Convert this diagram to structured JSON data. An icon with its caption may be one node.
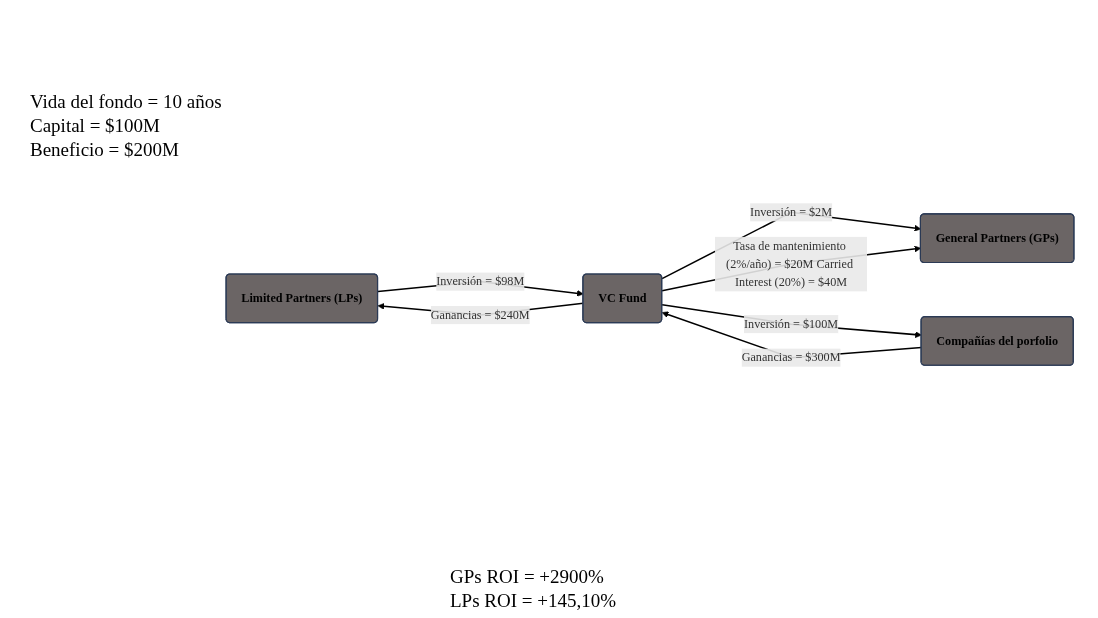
{
  "diagram": {
    "nodes": [
      {
        "text": [
          "General Partners (GPs)"
        ]
      },
      {
        "text": [
          "Limited Partners (LPs)"
        ]
      },
      {
        "text": [
          "VC Fund"
        ]
      },
      {
        "text": [
          "Compañías del porfolio"
        ]
      }
    ],
    "edges": [
      {
        "from": 2,
        "to": 0,
        "arrow": "to",
        "label": "Inversión = $2M"
      },
      {
        "from": 2,
        "to": 0,
        "arrow": "to",
        "label": "Tasa de mantenimiento (2%/año) = $20M Carried Interest (20%) = $40M"
      },
      {
        "from": 1,
        "to": 2,
        "arrow": "to",
        "label": "Inversión = $98M"
      },
      {
        "from": 2,
        "to": 1,
        "arrow": "to",
        "label": "Ganancias = $240M"
      },
      {
        "from": 2,
        "to": 3,
        "arrow": "to",
        "label": "Inversión = $100M"
      },
      {
        "from": 3,
        "to": 2,
        "arrow": "to",
        "label": "Ganancias = $300M"
      }
    ],
    "labels": [
      "Vida del fondo = 10 años",
      "Capital = $100M",
      "Beneficio = $200M",
      "GPs ROI = +2900%",
      "LPs ROI = +145,10%"
    ]
  }
}
